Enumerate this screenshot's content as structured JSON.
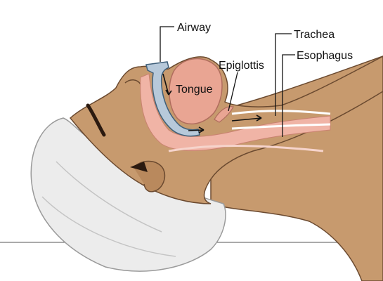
{
  "labels": {
    "airway": "Airway",
    "trachea": "Trachea",
    "esophagus": "Esophagus",
    "epiglottis": "Epiglottis",
    "tongue": "Tongue"
  },
  "colors": {
    "skin": "#c79a6e",
    "skin_shadow": "#a77a52",
    "skin_dark": "#8a6040",
    "tongue": "#e9a593",
    "airway_interior": "#f0b4a6",
    "airway_tube": "#b7c9da",
    "pillow": "#ececec",
    "pillow_shadow": "#bcbcbc",
    "leader": "#111111",
    "arrow": "#111111"
  }
}
